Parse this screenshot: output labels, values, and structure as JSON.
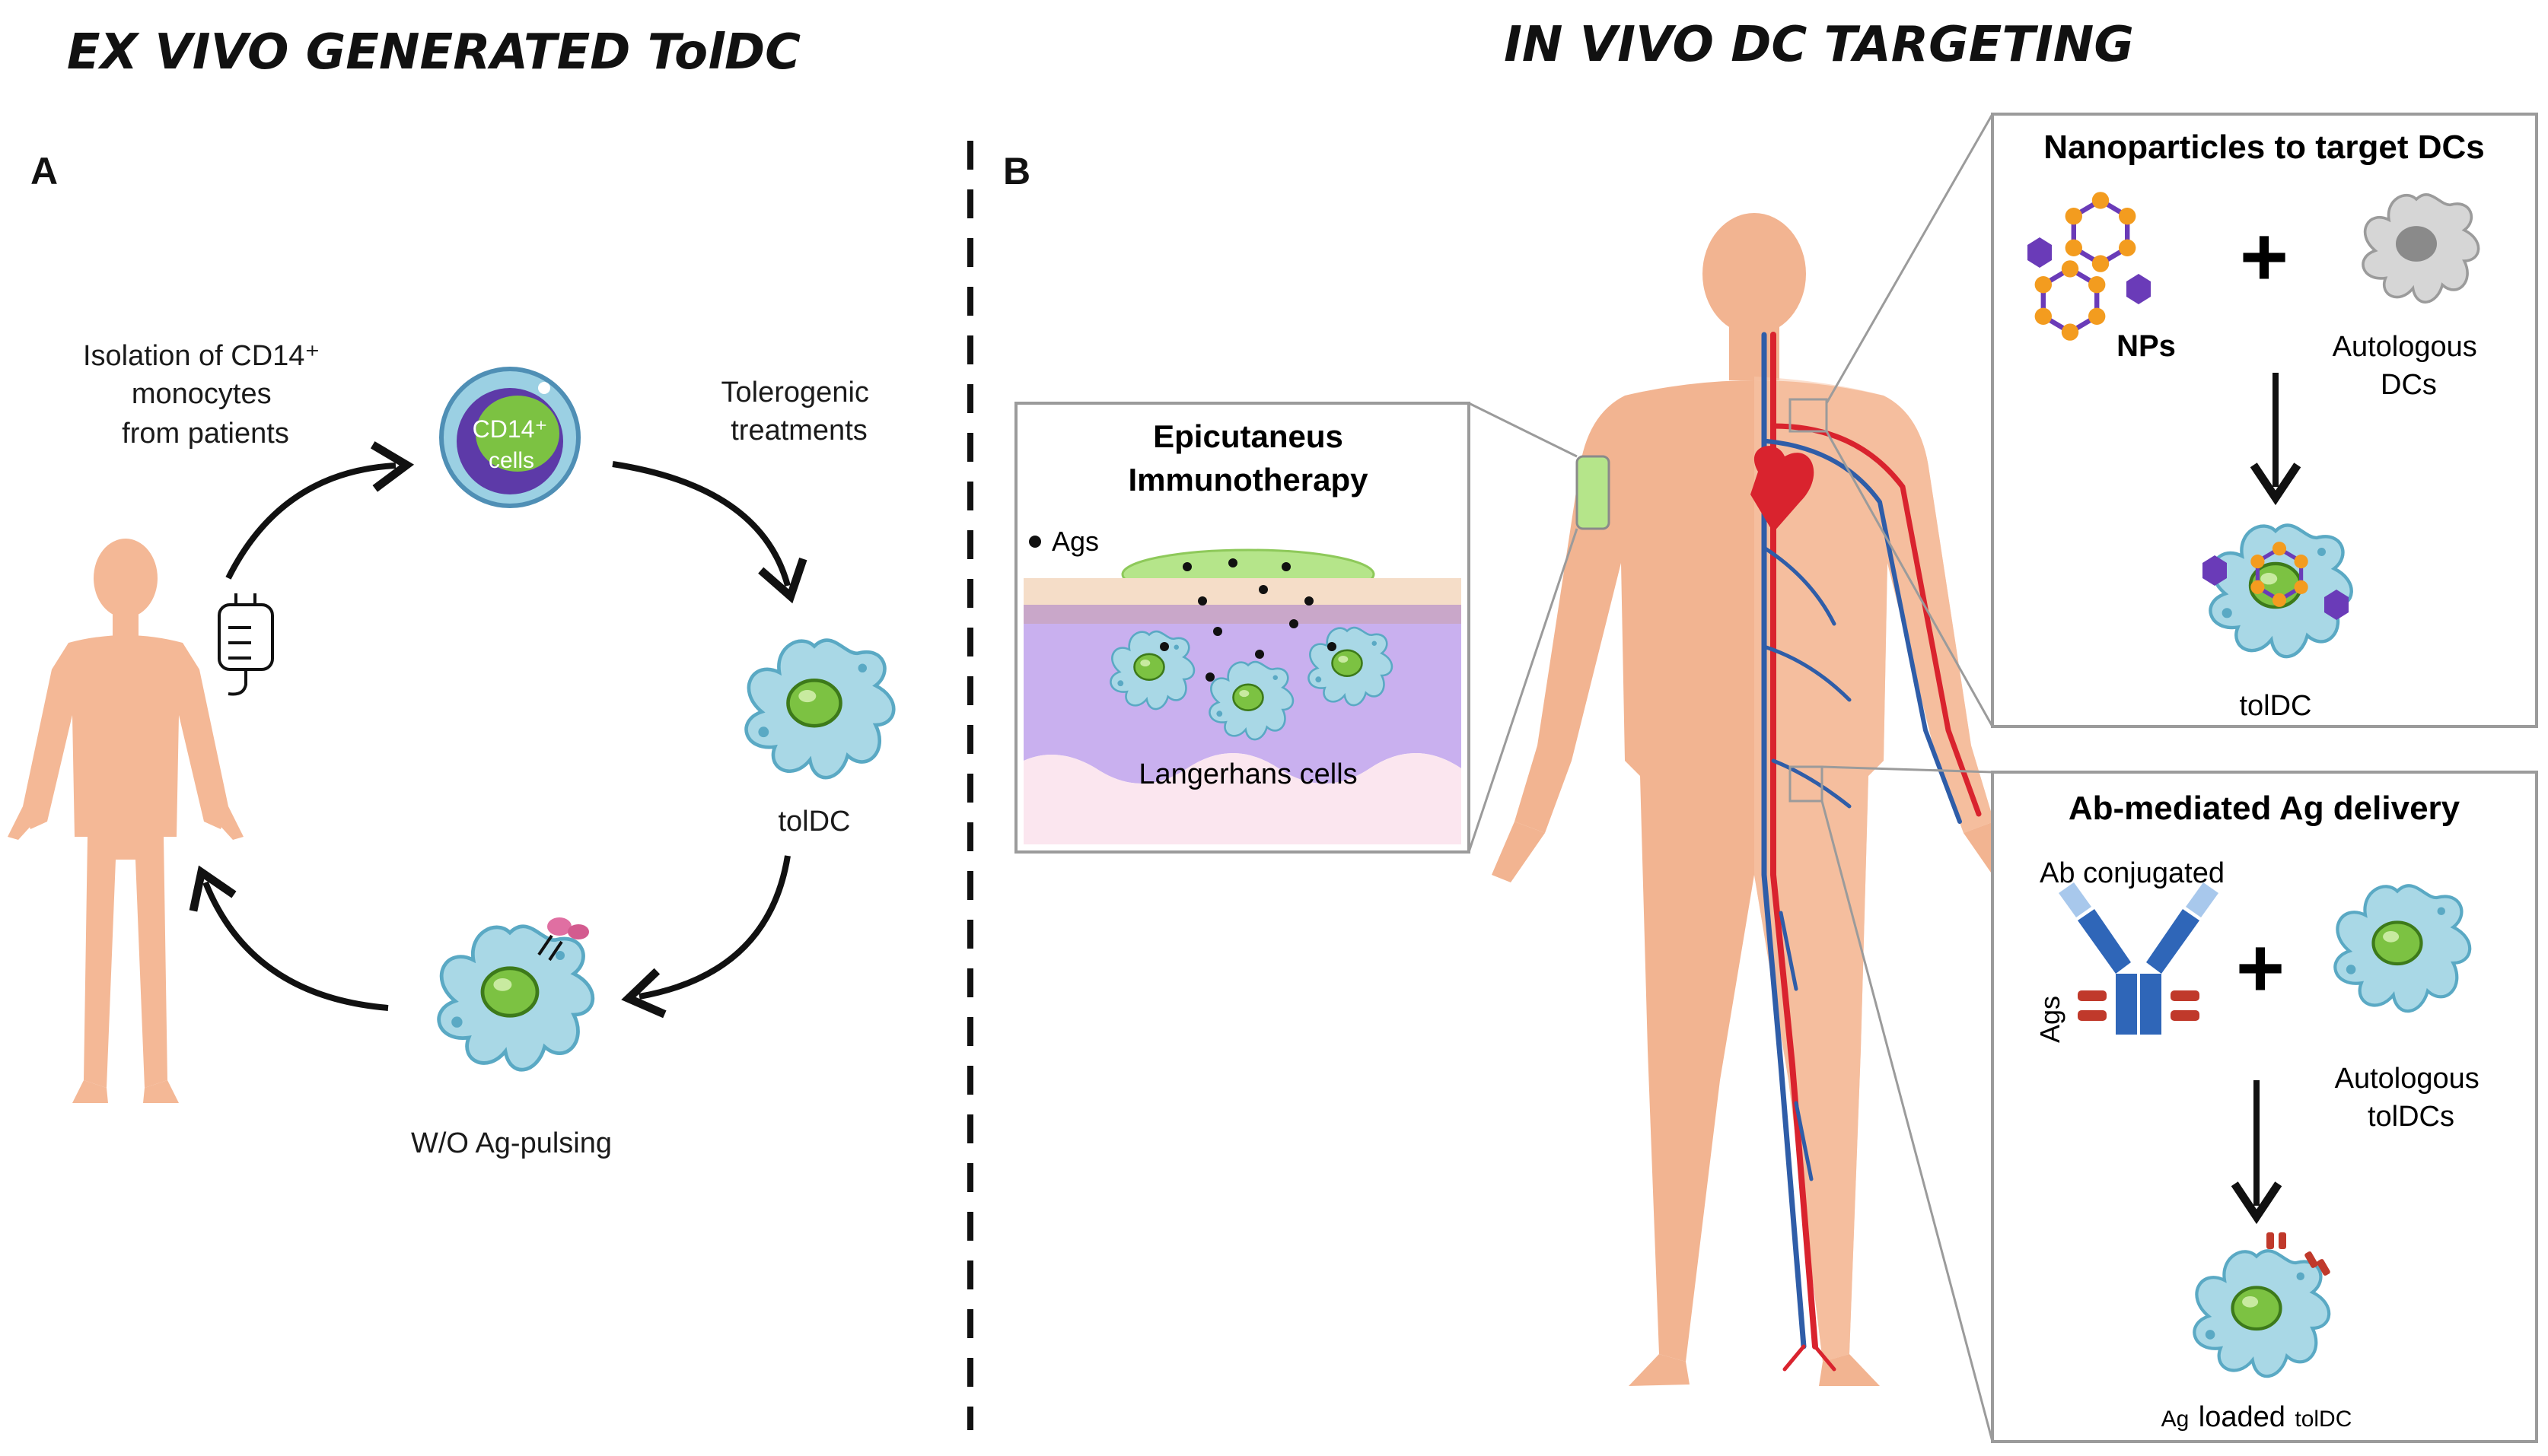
{
  "headings": {
    "left": "EX VIVO GENERATED TolDC",
    "right": "IN VIVO DC TARGETING"
  },
  "panel_a": {
    "letter": "A",
    "isolation": [
      "Isolation of CD14⁺",
      "monocytes",
      "from patients"
    ],
    "cell_badge": [
      "CD14⁺",
      "cells"
    ],
    "treatments": [
      "Tolerogenic",
      "treatments"
    ],
    "toldc": "tolDC",
    "pulsing": "W/O Ag-pulsing"
  },
  "panel_b": {
    "letter": "B",
    "epicutaneous": {
      "title": [
        "Epicutaneus",
        "Immunotherapy"
      ],
      "ags": "Ags",
      "cells": "Langerhans cells"
    },
    "nanoparticles": {
      "title": "Nanoparticles to target DCs",
      "nps": "NPs",
      "plus": "+",
      "autologous": [
        "Autologous",
        "DCs"
      ],
      "result": "tolDC"
    },
    "antibody": {
      "title": "Ab-mediated Ag delivery",
      "conjugated": "Ab conjugated",
      "ags": "Ags",
      "plus": "+",
      "autologous": [
        "Autologous",
        "tolDCs"
      ],
      "result_small1": "Ag",
      "result_main": "loaded",
      "result_small2": "tolDC"
    }
  },
  "colors": {
    "skin": "#f4b896",
    "cell": "#a9d8e6",
    "cell_edge": "#5aa9c4",
    "nucleus": "#7cc242",
    "artery": "#d9232e",
    "vein": "#2f5da8",
    "np": "#6a3bb8",
    "np_node": "#f39c1f",
    "frame": "#9b9b9b"
  }
}
